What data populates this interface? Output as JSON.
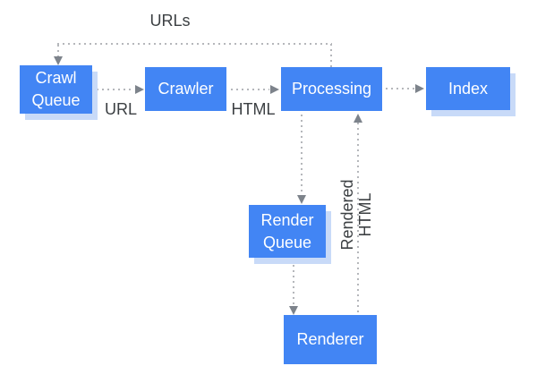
{
  "labels": {
    "urls": "URLs",
    "url": "URL",
    "html": "HTML",
    "rendered_html": "Rendered HTML"
  },
  "nodes": {
    "crawl_queue": {
      "label": "Crawl Queue"
    },
    "crawler": {
      "label": "Crawler"
    },
    "processing": {
      "label": "Processing"
    },
    "index": {
      "label": "Index"
    },
    "render_queue": {
      "label": "Render Queue"
    },
    "renderer": {
      "label": "Renderer"
    }
  },
  "edges": [
    {
      "from": "Crawl Queue",
      "to": "Crawler",
      "label": "URL",
      "style": "dotted"
    },
    {
      "from": "Crawler",
      "to": "Processing",
      "label": "HTML",
      "style": "dotted"
    },
    {
      "from": "Processing",
      "to": "Index",
      "label": "",
      "style": "dotted"
    },
    {
      "from": "Processing",
      "to": "Crawl Queue",
      "label": "URLs",
      "style": "dotted"
    },
    {
      "from": "Processing",
      "to": "Render Queue",
      "label": "",
      "style": "dotted"
    },
    {
      "from": "Render Queue",
      "to": "Renderer",
      "label": "",
      "style": "dotted"
    },
    {
      "from": "Renderer",
      "to": "Processing",
      "label": "Rendered HTML",
      "style": "dotted"
    }
  ],
  "colors": {
    "node_fill": "#4285f4",
    "node_text": "#ffffff",
    "shadow": "#c8daf8",
    "line": "#b5b7bb",
    "arrow": "#7d838b",
    "label_text": "#3c4043",
    "bg": "#ffffff"
  }
}
